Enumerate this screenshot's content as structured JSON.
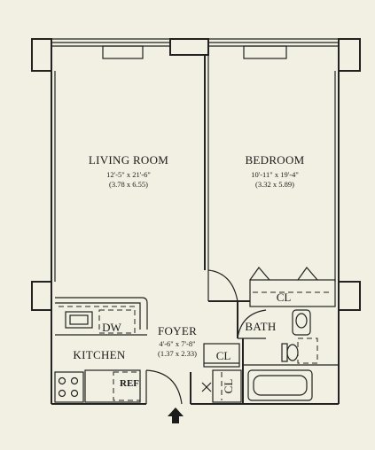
{
  "rooms": {
    "living": {
      "name": "LIVING ROOM",
      "dim_ft": "12'-5\" x 21'-6\"",
      "dim_m": "(3.78 x 6.55)"
    },
    "bedroom": {
      "name": "BEDROOM",
      "dim_ft": "10'-11\" x 19'-4\"",
      "dim_m": "(3.32 x 5.89)"
    },
    "foyer": {
      "name": "FOYER",
      "dim_ft": "4'-6\" x 7'-8\"",
      "dim_m": "(1.37 x 2.33)"
    },
    "kitchen": {
      "name": "KITCHEN"
    },
    "bath": {
      "name": "BATH"
    }
  },
  "fixtures": {
    "dw": "DW",
    "ref": "REF",
    "closet_bedroom": "CL",
    "closet_foyer": "CL",
    "closet_vertical": "CL"
  },
  "entry_icon": "up-arrow-icon"
}
